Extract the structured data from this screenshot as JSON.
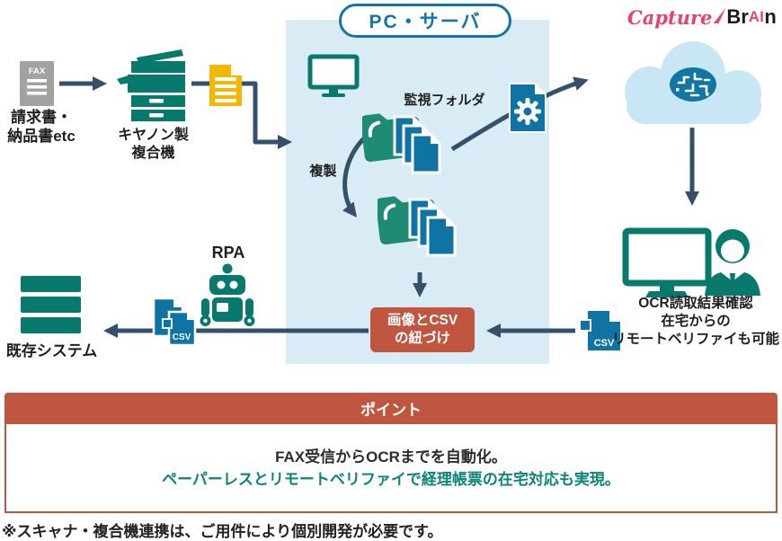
{
  "colors": {
    "teal_icon": "#087a6d",
    "folder_green": "#1e8b74",
    "doc_blue": "#0f74a3",
    "arrow_navy": "#34506a",
    "panel_blue": "#d9ecf5",
    "cloud_blue": "#c9e6f4",
    "accent_red": "#c05640",
    "logo_pink": "#e8436b",
    "doc_yellow": "#f3b704",
    "fax_gray": "#a2a2a2",
    "teal_text": "#0d8477",
    "pill_blue": "#1076a3"
  },
  "nodes": {
    "fax_doc": {
      "icon_label": "FAX",
      "label_line1": "請求書・",
      "label_line2": "納品書etc"
    },
    "printer": {
      "label_line1": "キヤノン製",
      "label_line2": "複合機"
    },
    "panel": {
      "title": "PC・サーバ"
    },
    "watch_folder": {
      "label": "監視フォルダ"
    },
    "duplicate": {
      "label": "複製"
    },
    "logo": {
      "capture": "Capture",
      "br": "Br",
      "ai": "AI",
      "n": "n"
    },
    "ocr": {
      "line1": "OCR読取結果確認",
      "line2": "在宅からの",
      "line3": "リモートベリファイも可能"
    },
    "csv_right": {
      "label": "CSV"
    },
    "csv_left": {
      "label": "CSV"
    },
    "link_box": {
      "line1": "画像とCSV",
      "line2": "の紐づけ"
    },
    "rpa": {
      "label": "RPA"
    },
    "legacy": {
      "label": "既存システム"
    }
  },
  "point": {
    "title": "ポイント",
    "line1": "FAX受信からOCRまでを自動化。",
    "line2": "ペーパーレスとリモートベリファイで経理帳票の在宅対応も実現。"
  },
  "footnote": "※スキャナ・複合機連携は、ご用件により個別開発が必要です。"
}
